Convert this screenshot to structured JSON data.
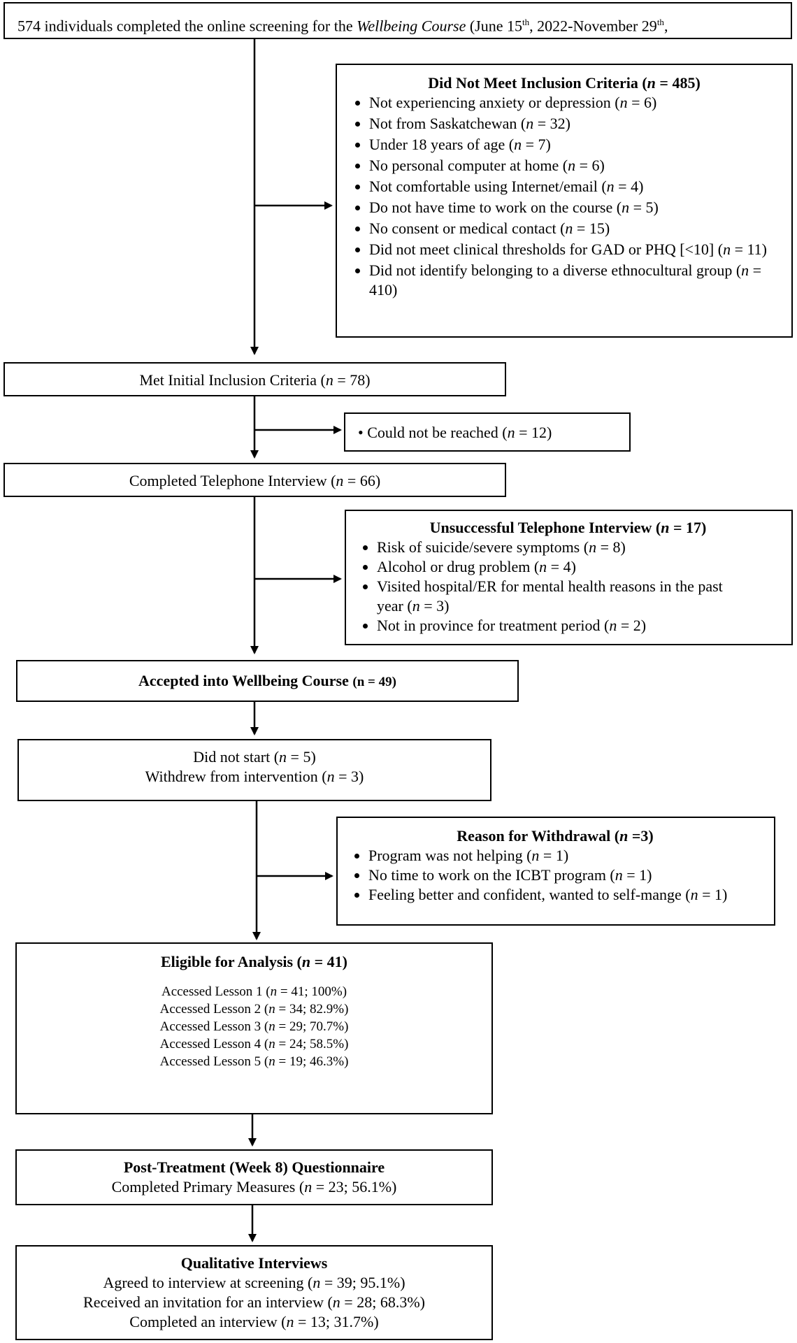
{
  "screening": {
    "pre": "574 individuals completed the online screening for the",
    "course": "Wellbeing Course",
    "date_a": "(June 15",
    "sup_a": "th",
    "date_b": ", 2022-November 29",
    "sup_b": "th",
    "date_c": ","
  },
  "inclusion_fail": {
    "title_pre": "Did Not Meet Inclusion Criteria (",
    "title_n": "n",
    "title_post": " = 485)",
    "items": [
      {
        "pre": "Not experiencing anxiety or depression (",
        "post": " = 6)"
      },
      {
        "pre": "Not from Saskatchewan (",
        "post": " = 32)"
      },
      {
        "pre": "Under 18 years of age (",
        "post": " = 7)"
      },
      {
        "pre": "No personal computer at home (",
        "post": " = 6)"
      },
      {
        "pre": "Not comfortable using Internet/email (",
        "post": " = 4)"
      },
      {
        "pre": "Do not have time to work on the course (",
        "post": " = 5)"
      },
      {
        "pre": "No consent or medical contact (",
        "post": " = 15)"
      },
      {
        "pre": "Did not meet clinical thresholds for GAD or PHQ [<10] (",
        "post": " = 11)"
      },
      {
        "pre": "Did not identify belonging to a diverse ethnocultural group (",
        "post": " = 410)"
      }
    ]
  },
  "met_initial": {
    "pre": "Met Initial Inclusion Criteria (",
    "post": " = 78)"
  },
  "not_reached": {
    "pre": "Could not be reached (",
    "post": " = 12)"
  },
  "phone_done": {
    "pre": "Completed Telephone Interview (",
    "post": " = 66)"
  },
  "phone_fail": {
    "title_pre": "Unsuccessful Telephone Interview (",
    "title_post": " = 17)",
    "items": [
      {
        "pre": "Risk of suicide/severe symptoms (",
        "post": " = 8)"
      },
      {
        "pre": "Alcohol or drug problem (",
        "post": " = 4)"
      },
      {
        "pre": "Visited hospital/ER for mental health reasons in the past year (",
        "post": " = 3)"
      },
      {
        "pre": "Not in province for treatment period (",
        "post": " = 2)"
      }
    ]
  },
  "accepted": {
    "main": "Accepted into Wellbeing Course",
    "count": "(n = 49)"
  },
  "dropout": {
    "line1_pre": "Did not start (",
    "line1_post": " = 5)",
    "line2_pre": "Withdrew from intervention (",
    "line2_post": " = 3)"
  },
  "withdrawal": {
    "title_pre": "Reason for Withdrawal (",
    "title_post": " =3)",
    "items": [
      {
        "pre": "Program was not helping (",
        "post": " = 1)"
      },
      {
        "pre": "No time to work on the ICBT program (",
        "post": " = 1)"
      },
      {
        "pre": "Feeling better and confident, wanted to self-mange  (",
        "post": " = 1)"
      }
    ]
  },
  "eligible": {
    "title_pre": "Eligible for Analysis (",
    "title_post": " = 41)",
    "lessons": [
      {
        "pre": "Accessed Lesson 1 (",
        "post": " = 41; 100%)"
      },
      {
        "pre": "Accessed Lesson 2 (",
        "post": " = 34; 82.9%)"
      },
      {
        "pre": "Accessed Lesson 3 (",
        "post": " = 29; 70.7%)"
      },
      {
        "pre": "Accessed Lesson 4 (",
        "post": " = 24; 58.5%)"
      },
      {
        "pre": "Accessed Lesson 5 (",
        "post": " = 19; 46.3%)"
      }
    ]
  },
  "post_treatment": {
    "title": "Post-Treatment (Week 8) Questionnaire",
    "line_pre": "Completed Primary Measures (",
    "line_post": " = 23; 56.1%)"
  },
  "qualitative": {
    "title": "Qualitative Interviews",
    "lines": [
      {
        "pre": "Agreed to interview at screening (",
        "post": " = 39; 95.1%)"
      },
      {
        "pre": "Received an invitation for an interview (",
        "post": " = 28; 68.3%)"
      },
      {
        "pre": "Completed an interview (",
        "post": " = 13; 31.7%)"
      }
    ]
  },
  "n_symbol": "n"
}
